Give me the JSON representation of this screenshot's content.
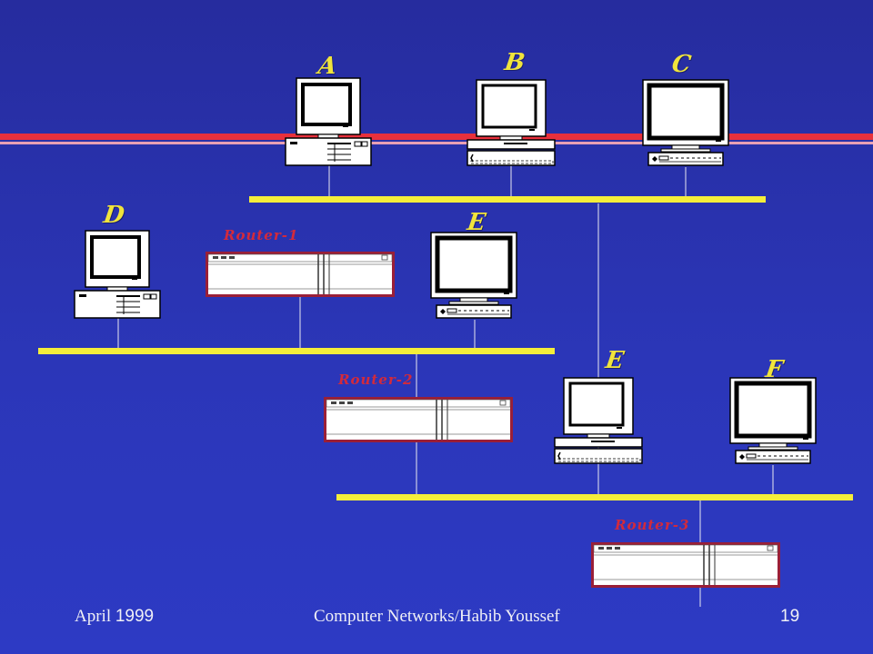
{
  "nodes": {
    "a": "A",
    "b": "B",
    "c": "C",
    "d": "D",
    "e1": "E",
    "e2": "E",
    "f": "F"
  },
  "routers": {
    "r1": "Router-1",
    "r2": "Router-2",
    "r3": "Router-3"
  },
  "footer": {
    "date_month": "April",
    "date_year": "1999",
    "course": "Computer Networks/Habib Youssef",
    "page": "19"
  },
  "colors": {
    "background": "#2b36b8",
    "lan_bus": "#f5ee3a",
    "title_stripe_red": "#e8303c",
    "title_stripe_pink": "#e8a0b4",
    "node_label": "#f0e43c",
    "router_label": "#d32a3b"
  }
}
